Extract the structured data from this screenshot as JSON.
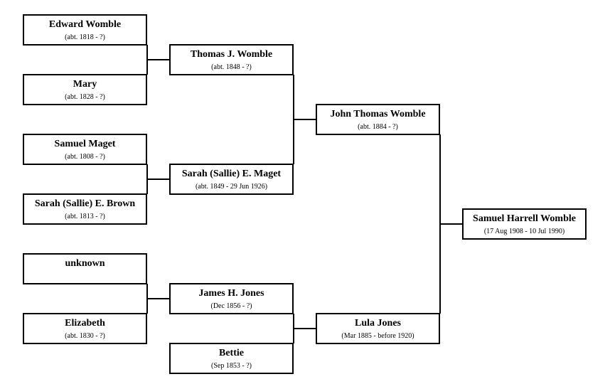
{
  "people": {
    "edward_womble": {
      "name": "Edward Womble",
      "dates": "(abt. 1818 - ?)"
    },
    "mary": {
      "name": "Mary",
      "dates": "(abt. 1828 - ?)"
    },
    "samuel_maget": {
      "name": "Samuel Maget",
      "dates": "(abt. 1808 - ?)"
    },
    "sarah_brown": {
      "name": "Sarah (Sallie) E. Brown",
      "dates": "(abt. 1813 - ?)"
    },
    "unknown": {
      "name": "unknown",
      "dates": ""
    },
    "elizabeth": {
      "name": "Elizabeth",
      "dates": "(abt. 1830 - ?)"
    },
    "thomas_womble": {
      "name": "Thomas J. Womble",
      "dates": "(abt. 1848 - ?)"
    },
    "sarah_maget": {
      "name": "Sarah (Sallie) E. Maget",
      "dates": "(abt. 1849 - 29 Jun 1926)"
    },
    "james_jones": {
      "name": "James H. Jones",
      "dates": "(Dec 1856 - ?)"
    },
    "bettie": {
      "name": "Bettie",
      "dates": "(Sep 1853 - ?)"
    },
    "john_thomas_womble": {
      "name": "John Thomas Womble",
      "dates": "(abt. 1884 - ?)"
    },
    "lula_jones": {
      "name": "Lula Jones",
      "dates": "(Mar 1885 - before 1920)"
    },
    "samuel_harrell_womble": {
      "name": "Samuel Harrell Womble",
      "dates": "(17 Aug 1908 - 10 Jul 1990)"
    }
  }
}
